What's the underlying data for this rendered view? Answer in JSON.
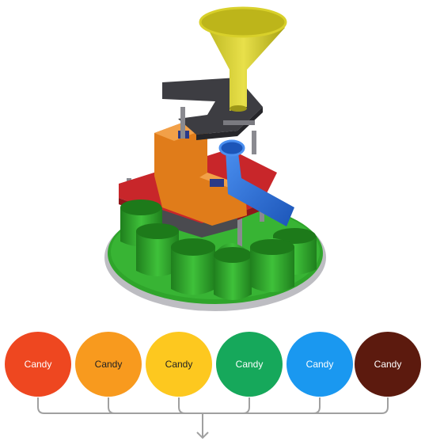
{
  "candies": [
    {
      "label": "Candy",
      "fill": "#ee4720",
      "text_color": "#ffffff"
    },
    {
      "label": "Candy",
      "fill": "#f89a1e",
      "text_color": "#222222"
    },
    {
      "label": "Candy",
      "fill": "#fdc81f",
      "text_color": "#222222"
    },
    {
      "label": "Candy",
      "fill": "#16a85b",
      "text_color": "#ffffff"
    },
    {
      "label": "Candy",
      "fill": "#1a98f0",
      "text_color": "#ffffff"
    },
    {
      "label": "Candy",
      "fill": "#5c1a0e",
      "text_color": "#ffffff"
    }
  ],
  "colors": {
    "funnel": "#d8d02a",
    "arm": "#3d3d42",
    "bracket": "#e07c1a",
    "platform": "#c8262a",
    "chute": "#2e6ed6",
    "cups": "#2fa52b",
    "base": "#b4b4b8",
    "connector": "#9a9a9a"
  }
}
